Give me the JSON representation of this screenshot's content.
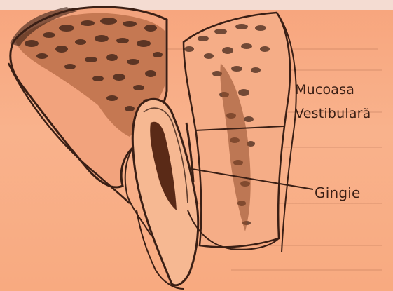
{
  "diagram": {
    "labels": {
      "mucoasa": "Mucoasa",
      "vestibulara": "Vestibulară",
      "gingie": "Gingie"
    }
  },
  "colors": {
    "paper": "#f8ad84",
    "ink": "#3a1f15",
    "bone_fill": "#e89a72",
    "tooth": "#f6b892"
  }
}
